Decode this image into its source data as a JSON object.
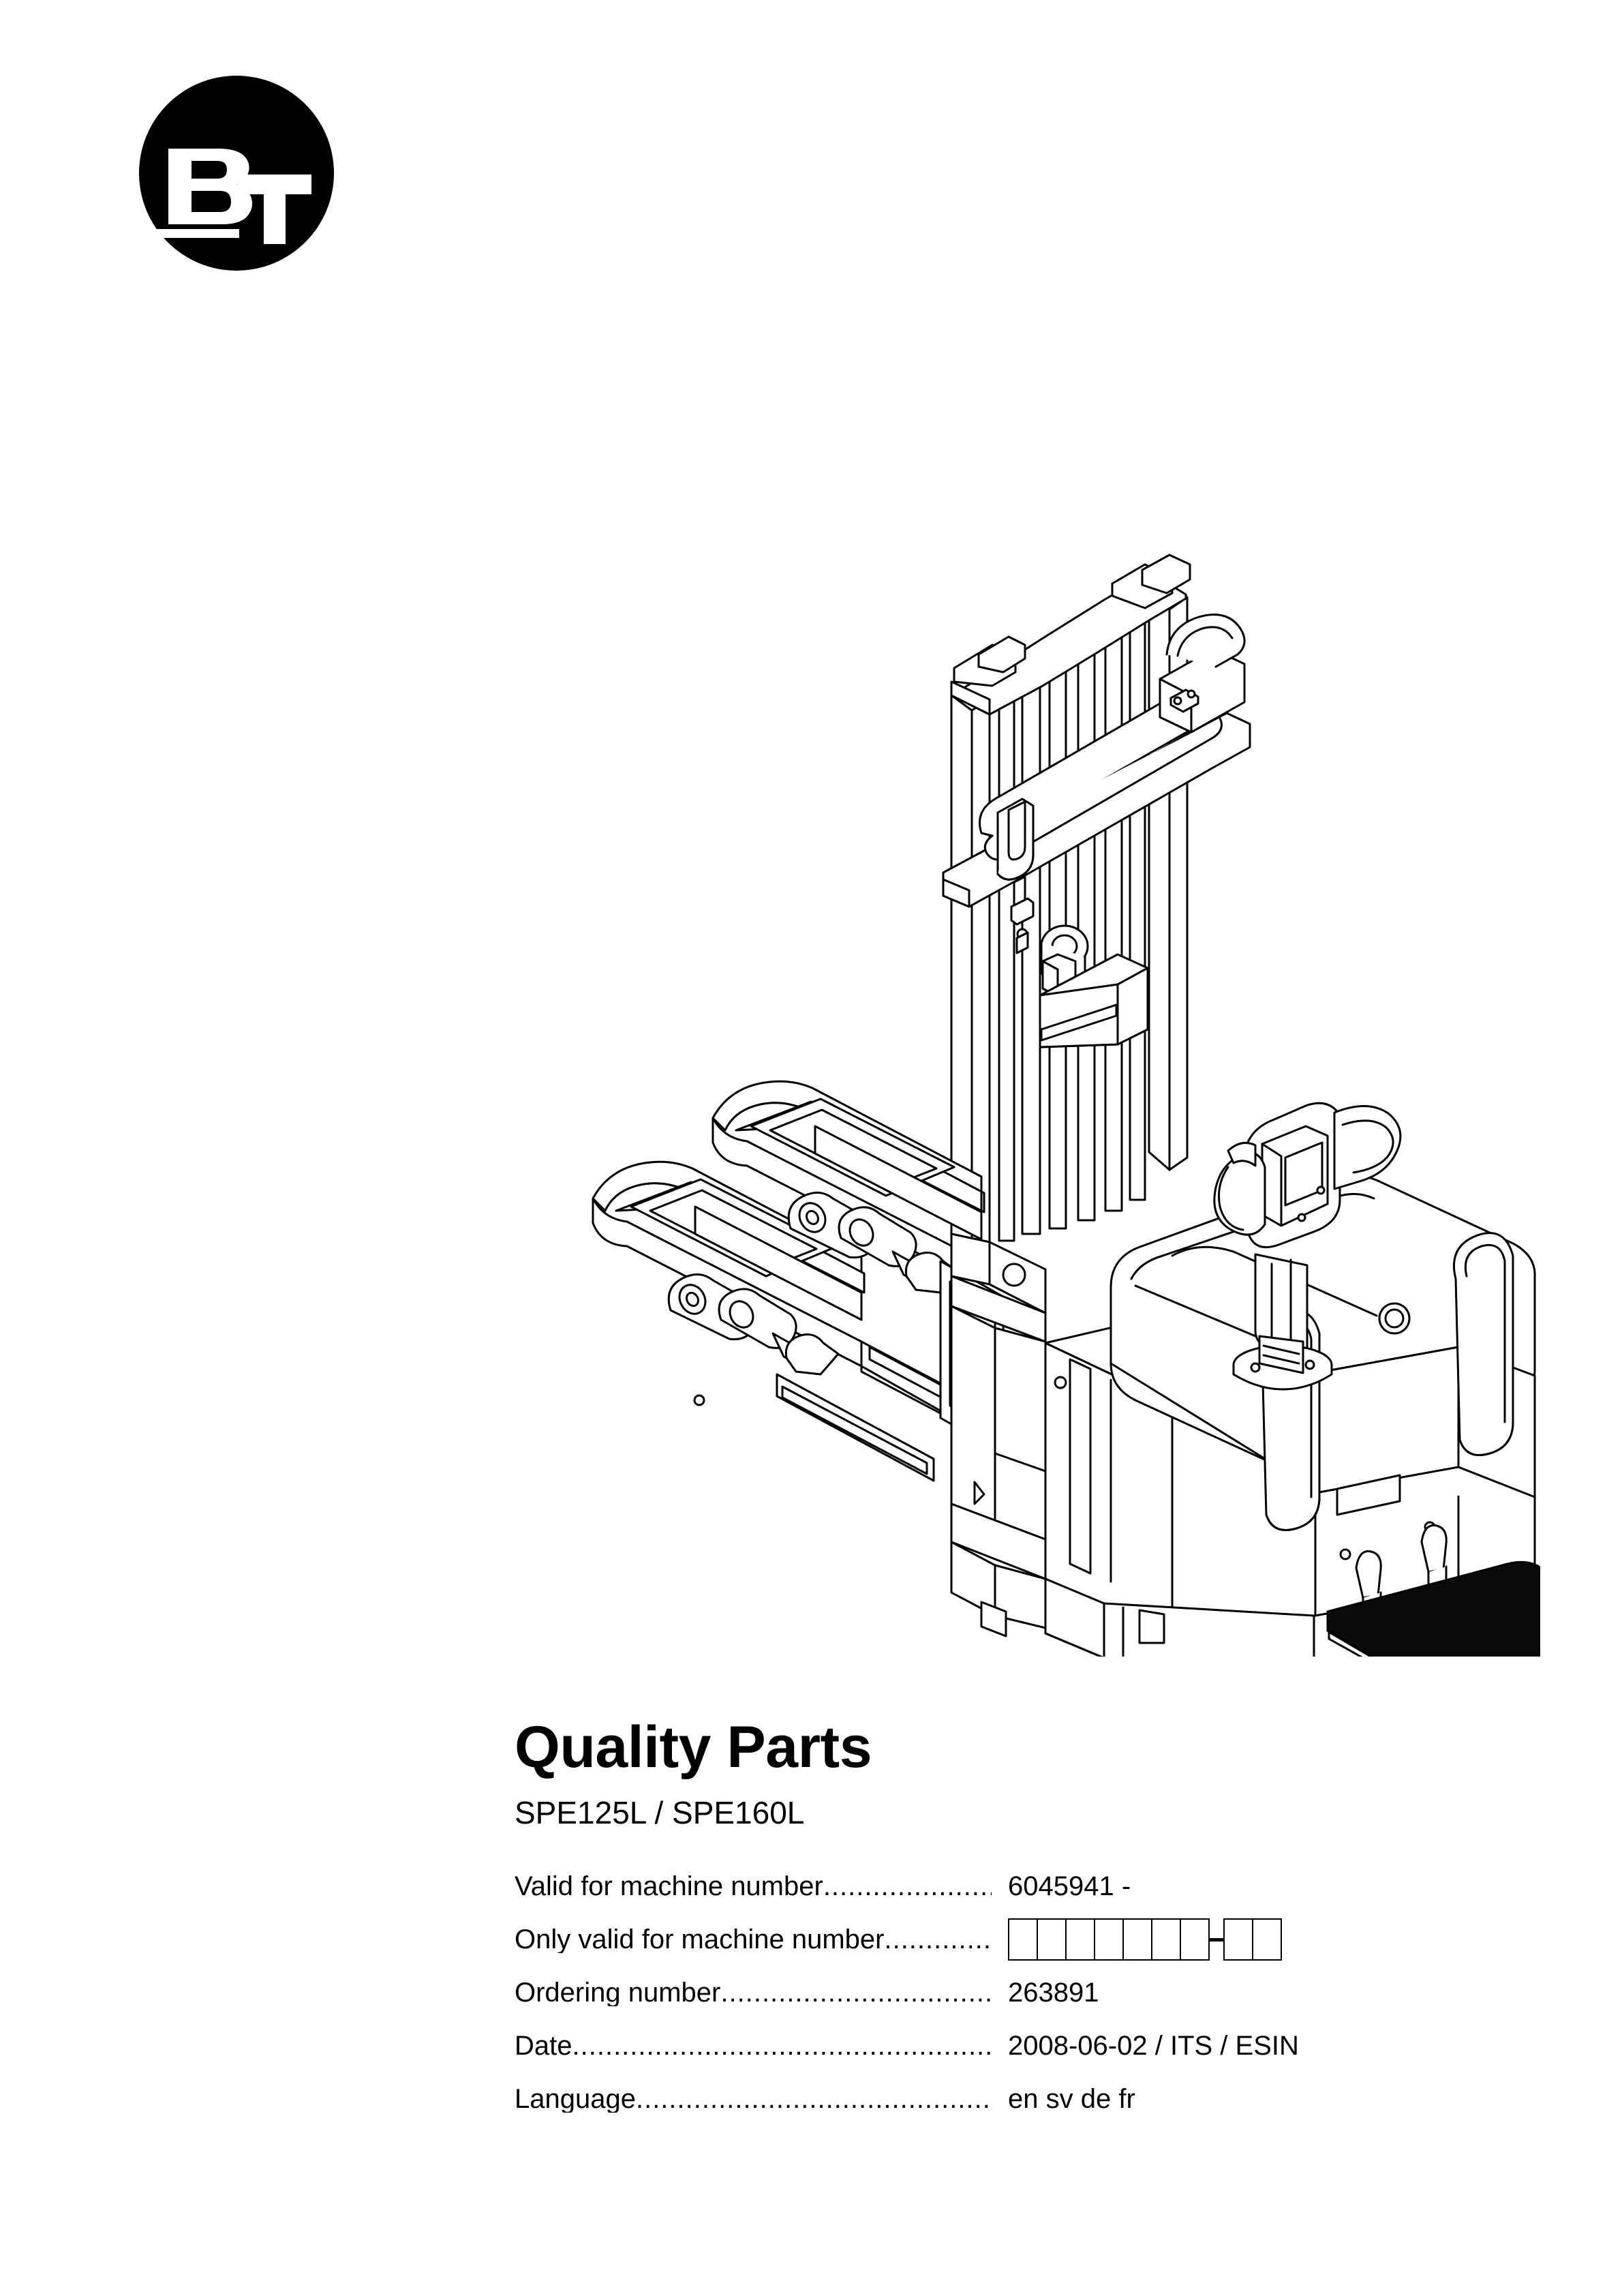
{
  "logo": {
    "brand": "BT",
    "letter_b": "B",
    "letter_t": "T",
    "shape": "black-circle",
    "colors": {
      "disc": "#000000",
      "letters": "#ffffff"
    }
  },
  "illustration": {
    "name": "pallet-stacker-line-drawing",
    "description": "Isometric technical line drawing of an electric pedestrian pallet stacker with telescopic mast, two load forks, tiller control arm and folding operator platform",
    "colors": {
      "line": "#000000",
      "fill": "#ffffff",
      "platform": "#000000"
    }
  },
  "document": {
    "title": "Quality Parts",
    "subtitle": "SPE125L / SPE160L"
  },
  "spec_rows": [
    {
      "label": "Valid for machine number",
      "value": "6045941 -",
      "type": "text"
    },
    {
      "label": "Only valid for machine number",
      "value": "",
      "type": "boxes",
      "boxes_before_dash": 7,
      "boxes_after_dash": 2,
      "separator": "-"
    },
    {
      "label": "Ordering number",
      "value": "263891",
      "type": "text"
    },
    {
      "label": "Date",
      "value": "2008-06-02 / ITS / ESIN",
      "type": "text"
    },
    {
      "label": "Language",
      "value": " en sv de fr",
      "type": "text"
    }
  ]
}
